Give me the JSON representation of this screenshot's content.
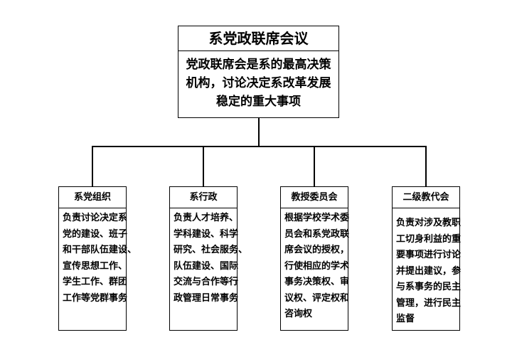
{
  "top": {
    "title": "系党政联席会议",
    "lines": [
      "党政联席会是系的最高决策",
      "机构，讨论决定系改革发展",
      "稳定的重大事项"
    ]
  },
  "units": [
    {
      "title": "系党组织",
      "lines": [
        "负责讨论决定系",
        "党的建设、班子",
        "和干部队伍建设、",
        "宣传思想工作、",
        "学生工作、群团",
        "工作等党群事务"
      ]
    },
    {
      "title": "系行政",
      "lines": [
        "负责人才培养、",
        "学科建设、科学",
        "研究、社会服务、",
        "队伍建设、国际",
        "交流与合作等行",
        "政管理日常事务"
      ]
    },
    {
      "title": "教授委员会",
      "lines": [
        "根据学校学术委",
        "员会和系党政联",
        "席会议的授权，",
        "行使相应的学术",
        "事务决策权、审",
        "议权、评定权和",
        "咨询权"
      ]
    },
    {
      "title": "二级教代会",
      "lines": [
        "负责对涉及教职",
        "工切身利益的重",
        "要事项进行讨论",
        "并提出建议，参",
        "与系事务的民主",
        "管理，进行民主",
        "监督"
      ]
    }
  ]
}
